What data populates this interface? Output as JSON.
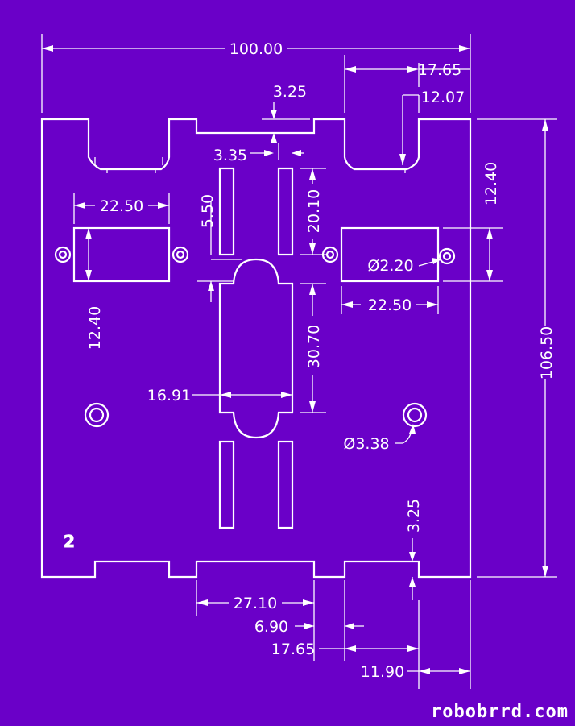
{
  "part_number": "2",
  "brand": "robobrrd.com",
  "dimensions": {
    "overall_width": "100.00",
    "right_slot_offset": "17.65",
    "right_slot_width": "12.07",
    "top_notch_depth": "3.25",
    "slot_gap": "3.35",
    "slot_height": "20.10",
    "slot_spacing": "5.50",
    "left_pad_width": "22.50",
    "left_pad_height": "12.40",
    "right_pad_height": "12.40",
    "right_pad_width": "22.50",
    "mount_hole": "Ø2.20",
    "center_cutout_height": "30.70",
    "center_cutout_width": "16.91",
    "large_hole": "Ø3.38",
    "overall_height": "106.50",
    "bottom_notch_depth": "3.25",
    "bottom_tab_width": "27.10",
    "bottom_gap": "6.90",
    "bottom_right_offset": "17.65",
    "bottom_right_width": "11.90"
  }
}
